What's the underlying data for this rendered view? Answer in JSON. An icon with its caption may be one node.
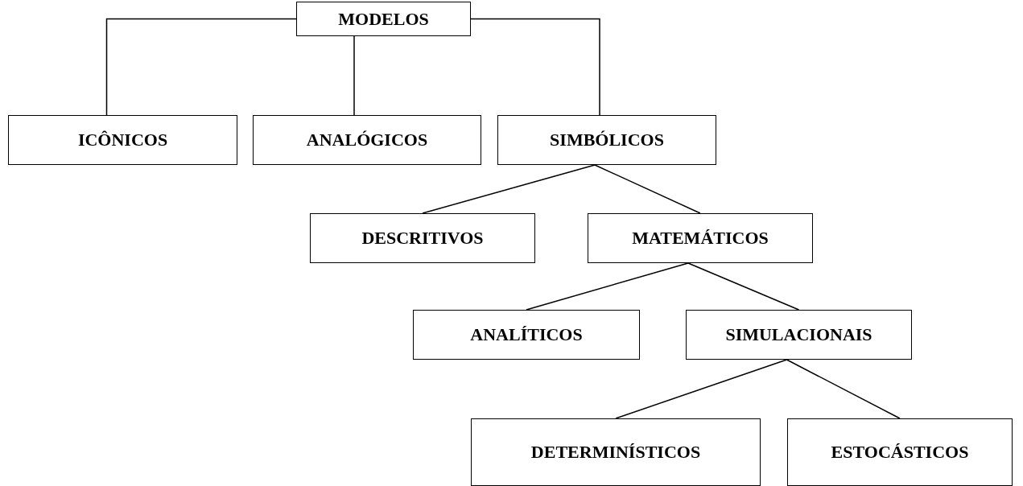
{
  "diagram": {
    "nodes": [
      {
        "text": [
          "MODELOS"
        ]
      },
      {
        "text": [
          "ICÔNICOS"
        ]
      },
      {
        "text": [
          "ANALÓGICOS"
        ]
      },
      {
        "text": [
          "SIMBÓLICOS"
        ]
      },
      {
        "text": [
          "DESCRITIVOS"
        ]
      },
      {
        "text": [
          "MATEMÁTICOS"
        ]
      },
      {
        "text": [
          "ANALÍTICOS"
        ]
      },
      {
        "text": [
          "SIMULACIONAIS"
        ]
      },
      {
        "text": [
          "DETERMINÍSTICOS"
        ]
      },
      {
        "text": [
          "ESTOCÁSTICOS"
        ]
      }
    ],
    "edges": [
      {
        "from": 0,
        "to": 1,
        "arrow": "none"
      },
      {
        "from": 0,
        "to": 2,
        "arrow": "none"
      },
      {
        "from": 0,
        "to": 3,
        "arrow": "none"
      },
      {
        "from": 3,
        "to": 4,
        "arrow": "none"
      },
      {
        "from": 3,
        "to": 5,
        "arrow": "none"
      },
      {
        "from": 5,
        "to": 6,
        "arrow": "none"
      },
      {
        "from": 5,
        "to": 7,
        "arrow": "none"
      },
      {
        "from": 7,
        "to": 8,
        "arrow": "none"
      },
      {
        "from": 7,
        "to": 9,
        "arrow": "none"
      }
    ]
  }
}
